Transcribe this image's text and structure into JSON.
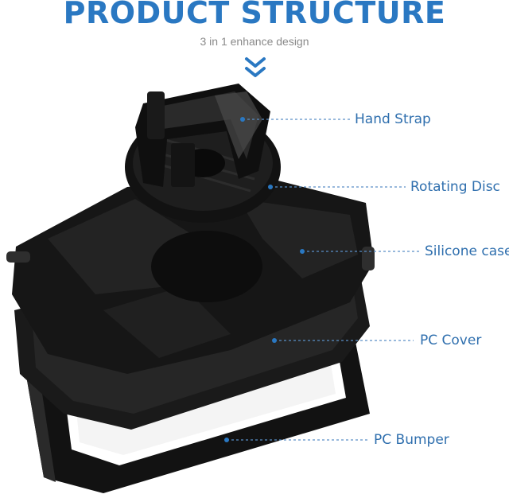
{
  "header": {
    "title": "PRODUCT STRUCTURE",
    "subtitle": "3 in 1 enhance design",
    "accent_color": "#2a78c2"
  },
  "icons": [
    "chevron-down-icon"
  ],
  "callouts": [
    {
      "label": "Hand Strap"
    },
    {
      "label": "Rotating Disc"
    },
    {
      "label": "Silicone case"
    },
    {
      "label": "PC Cover"
    },
    {
      "label": "PC Bumper"
    }
  ]
}
